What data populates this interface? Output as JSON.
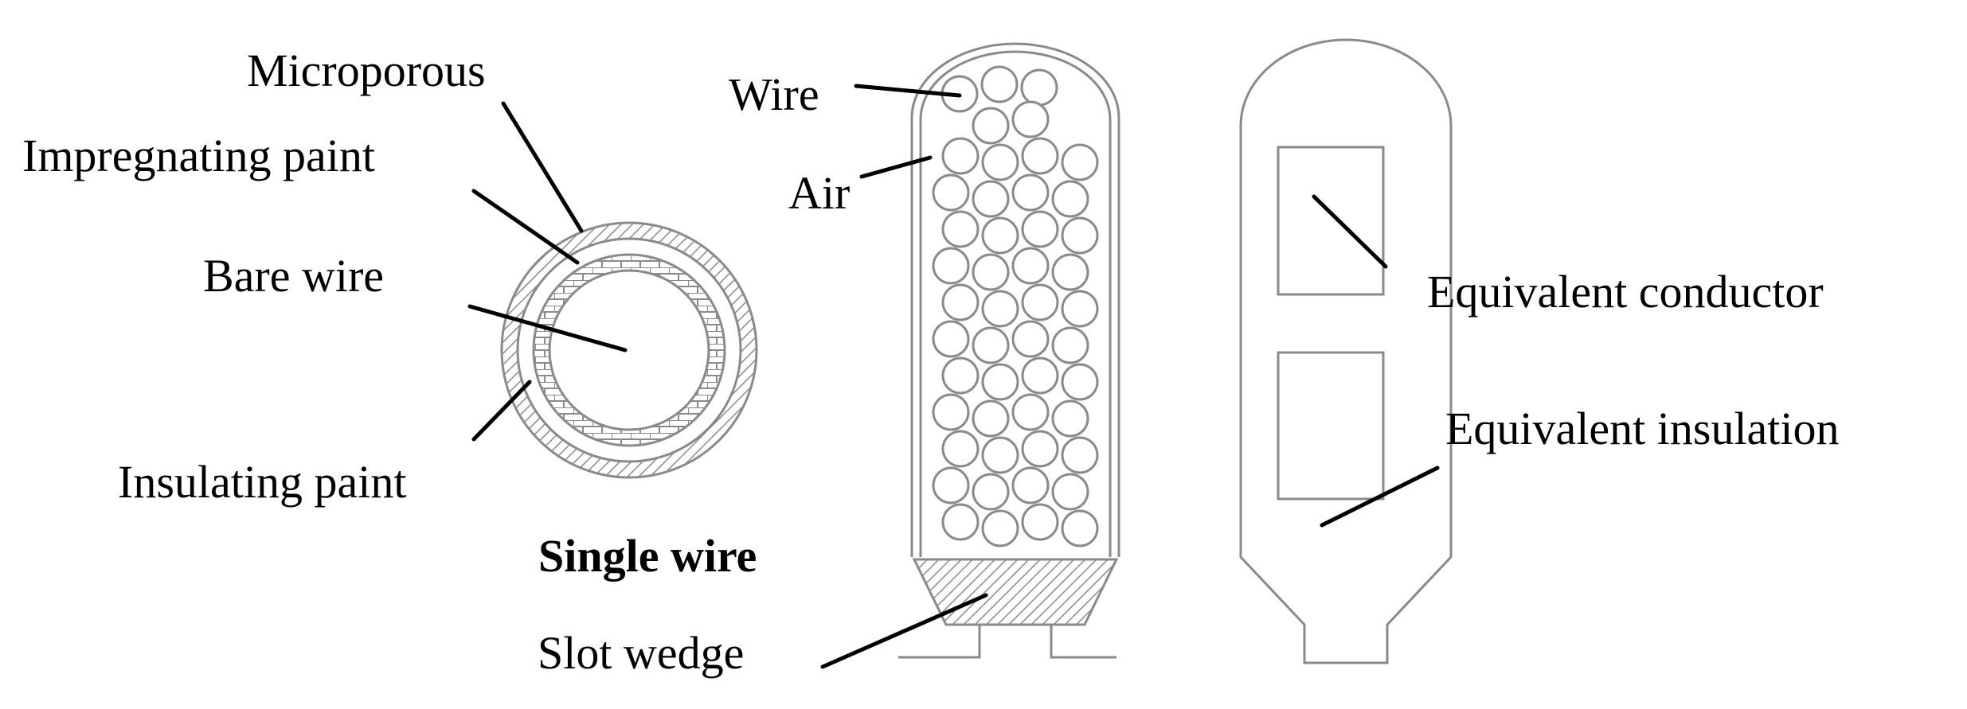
{
  "single_wire": {
    "caption": "Single wire",
    "labels": {
      "microporous": "Microporous",
      "impregnating_paint": "Impregnating paint",
      "bare_wire": "Bare wire",
      "insulating_paint": "Insulating paint"
    }
  },
  "slot": {
    "labels": {
      "wire": "Wire",
      "air": "Air",
      "slot_wedge": "Slot wedge"
    }
  },
  "equivalent_model": {
    "labels": {
      "equivalent_conductor": "Equivalent conductor",
      "equivalent_insulation": "Equivalent insulation"
    }
  },
  "colors": {
    "outline": "#8a8a8a",
    "leader": "#000000",
    "hatch": "#8a8a8a"
  }
}
